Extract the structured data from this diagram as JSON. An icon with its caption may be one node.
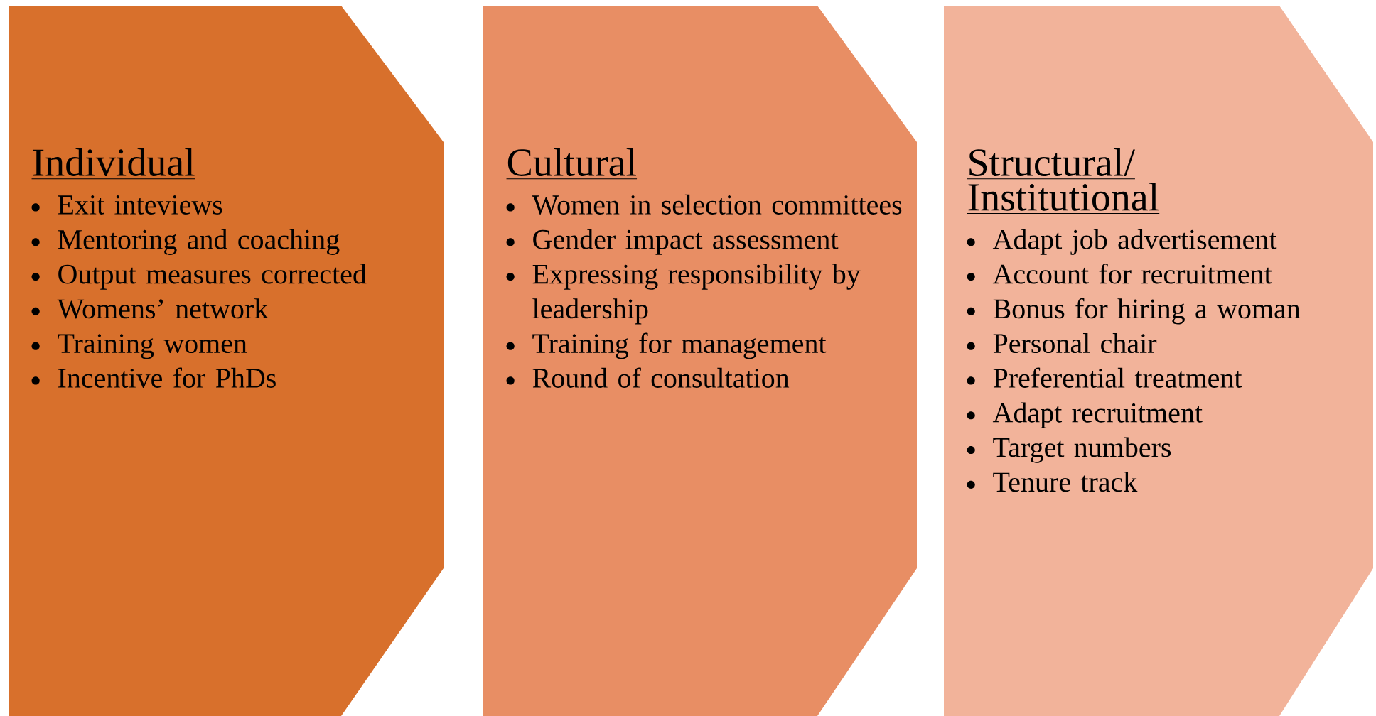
{
  "diagram": {
    "nodes": [
      {
        "text": [
          "Individual",
          "Exit inteviews",
          "Mentoring and coaching",
          "Output measures corrected",
          "Womens’ network",
          "Training women",
          "Incentive for PhDs"
        ]
      },
      {
        "text": [
          "Cultural",
          "Women in selection committees",
          "Gender impact assessment",
          "Expressing responsibility by leadership",
          "Training for management",
          "Round of consultation"
        ]
      },
      {
        "text": [
          "Structural/ Institutional",
          "Adapt job advertisement",
          "Account for recruitment",
          "Bonus for hiring a woman",
          "Personal chair",
          "Preferential treatment",
          "Adapt recruitment",
          "Target numbers",
          "Tenure track"
        ]
      }
    ]
  }
}
